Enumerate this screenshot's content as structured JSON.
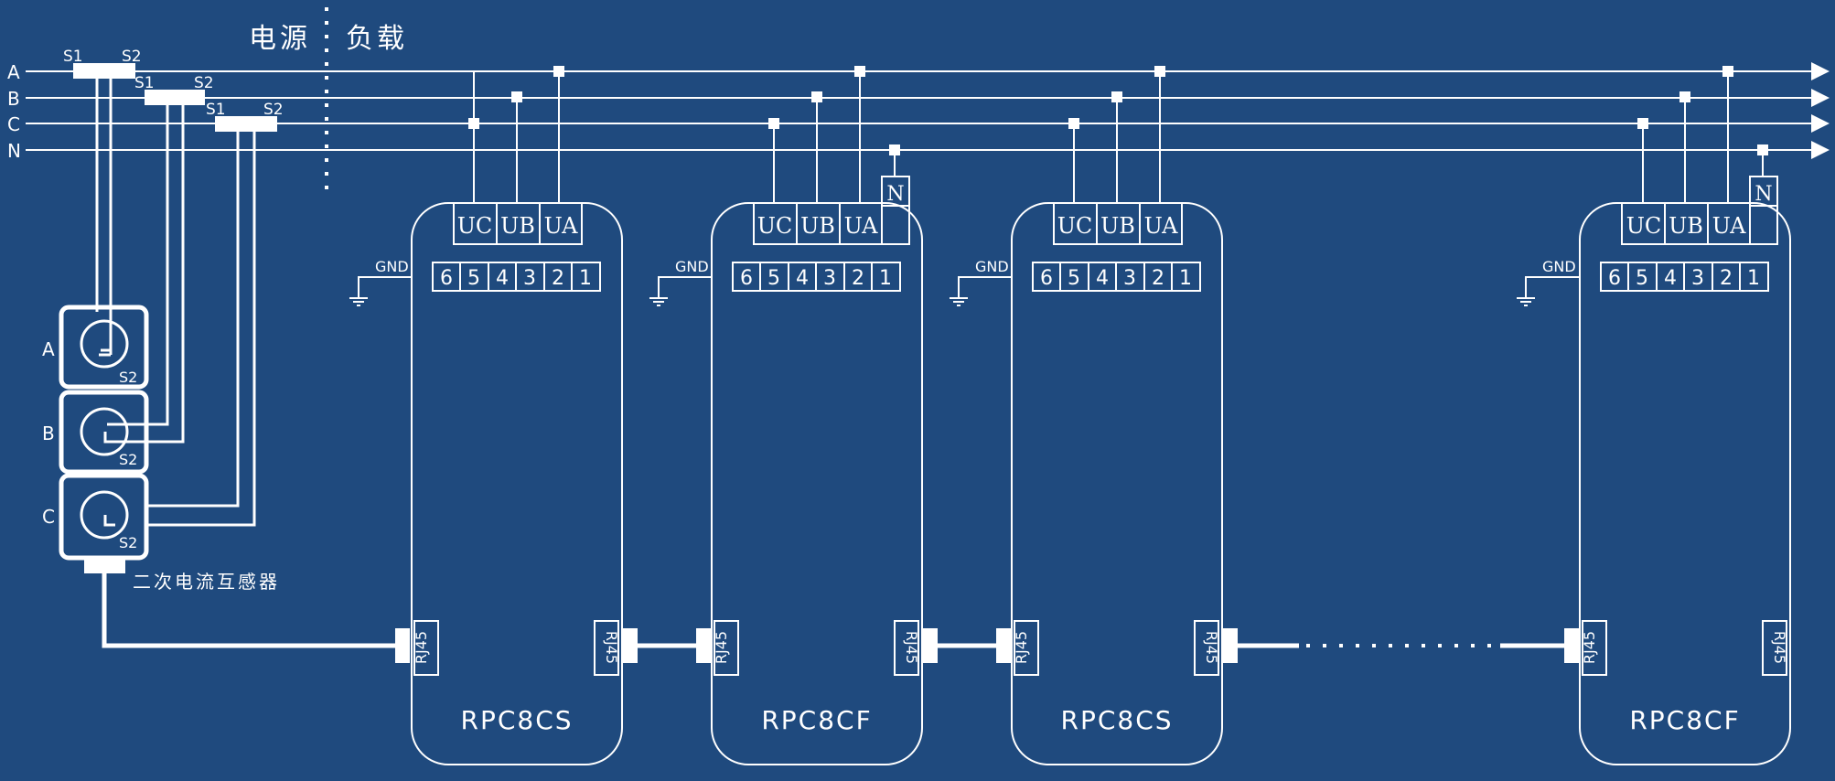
{
  "labels": {
    "source": "电源",
    "load": "负载",
    "ct_caption": "二次电流互感器",
    "gnd": "GND",
    "rj45": "RJ45",
    "s1": "S1",
    "s2": "S2",
    "n_terminal": "N",
    "ellipsis": "......."
  },
  "buses": [
    "A",
    "B",
    "C",
    "N"
  ],
  "current_transformers": [
    {
      "phase": "A",
      "s2": "S2"
    },
    {
      "phase": "B",
      "s2": "S2"
    },
    {
      "phase": "C",
      "s2": "S2"
    }
  ],
  "voltage_terminals": [
    "UC",
    "UB",
    "UA"
  ],
  "current_terminals": [
    "6",
    "5",
    "4",
    "3",
    "2",
    "1"
  ],
  "devices": [
    {
      "model": "RPC8CS",
      "has_n": false
    },
    {
      "model": "RPC8CF",
      "has_n": true
    },
    {
      "model": "RPC8CS",
      "has_n": false
    },
    {
      "model": "RPC8CF",
      "has_n": true
    }
  ],
  "colors": {
    "background": "#1f4a7e",
    "line": "#ffffff"
  }
}
